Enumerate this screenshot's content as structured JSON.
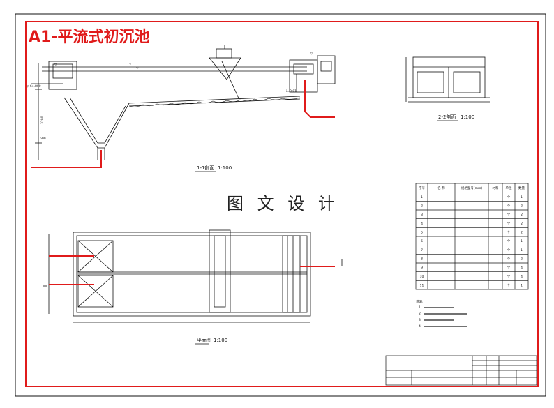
{
  "drawing": {
    "title": "A1-平流式初沉池",
    "watermark": "图 文 设 计",
    "colors": {
      "frame": "#e01b1b",
      "pipe": "#e01b1b",
      "line": "#111111"
    }
  },
  "views": {
    "section_1_1": {
      "label": "1-1剖面",
      "scale": "1:100"
    },
    "section_2_2": {
      "label": "2-2剖面",
      "scale": "1:100"
    },
    "plan": {
      "label": "平面图",
      "scale": "1:100"
    }
  },
  "table": {
    "headers": [
      "序号",
      "名 称",
      "规格型号(mm)",
      "材料",
      "单位",
      "数量"
    ],
    "rows": [
      [
        "1",
        "",
        "",
        "",
        "个",
        "1"
      ],
      [
        "2",
        "",
        "",
        "",
        "个",
        "2"
      ],
      [
        "3",
        "",
        "",
        "",
        "个",
        "2"
      ],
      [
        "4",
        "",
        "",
        "",
        "个",
        "2"
      ],
      [
        "5",
        "",
        "",
        "",
        "个",
        "2"
      ],
      [
        "6",
        "",
        "",
        "",
        "个",
        "1"
      ],
      [
        "7",
        "",
        "",
        "",
        "个",
        "1"
      ],
      [
        "8",
        "",
        "",
        "",
        "个",
        "2"
      ],
      [
        "9",
        "",
        "",
        "",
        "个",
        "4"
      ],
      [
        "10",
        "",
        "",
        "",
        "个",
        "4"
      ],
      [
        "11",
        "",
        "",
        "",
        "个",
        "1"
      ]
    ]
  },
  "notes": {
    "heading": "说明:",
    "items": [
      "1.",
      "2.",
      "3.",
      "4."
    ]
  }
}
